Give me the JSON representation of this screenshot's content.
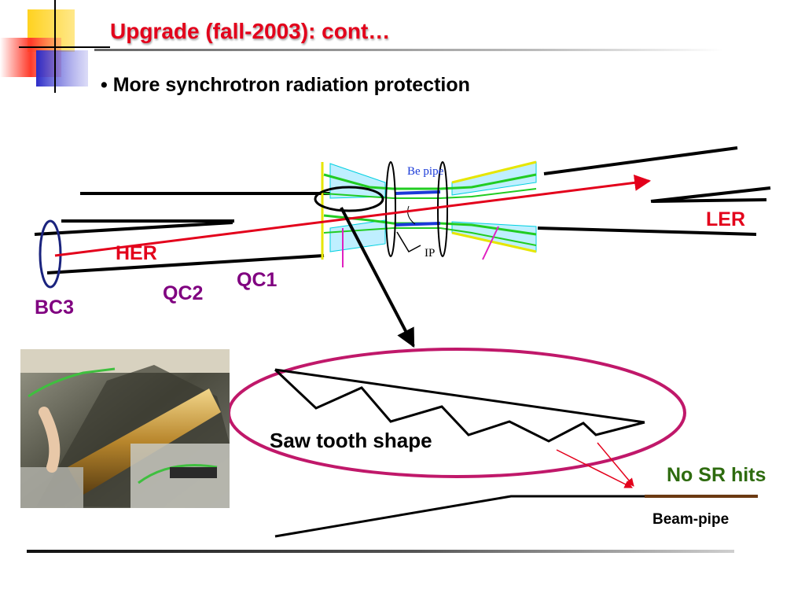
{
  "slide": {
    "title": "Upgrade (fall-2003): cont…",
    "bullet": "• More synchrotron radiation protection"
  },
  "labels": {
    "ler": "LER",
    "her": "HER",
    "qc1": "QC1",
    "qc2": "QC2",
    "bc3": "BC3",
    "be_pipe": "Be pipe",
    "ip": "IP",
    "saw_tooth": "Saw tooth shape",
    "no_sr_hits": "No SR hits",
    "beam_pipe": "Beam-pipe"
  },
  "colors": {
    "title": "#e3001b",
    "beam_line": "#e3001b",
    "magnet_label": "#800080",
    "sr_label": "#2e6b0f",
    "ellipse_large": "#c0186a",
    "bc3_ellipse": "#1a237e",
    "beam_pipe_segment": "#6b3a12"
  },
  "photo": {
    "description_icon": "detector-photo"
  }
}
